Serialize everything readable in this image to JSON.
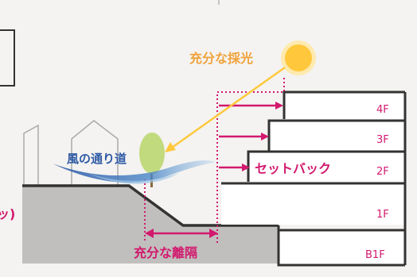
{
  "labels": {
    "sunlight": "充分な採光",
    "wind_path": "風の通り道",
    "setback": "セットバック",
    "separation": "充分な離隔",
    "edge_fragment": "ッ)"
  },
  "floors": [
    "4F",
    "3F",
    "2F",
    "1F",
    "B1F"
  ],
  "colors": {
    "background": "#f4f3f1",
    "sun_fill": "#ffc83c",
    "sun_ring": "#ffe9a6",
    "sunlight_text": "#f0a23c",
    "accent": "#d2196e",
    "wind": "#2f5aa6",
    "ground": "#c0bfbd",
    "building_floor": "#ffffff",
    "outline": "#333333"
  }
}
